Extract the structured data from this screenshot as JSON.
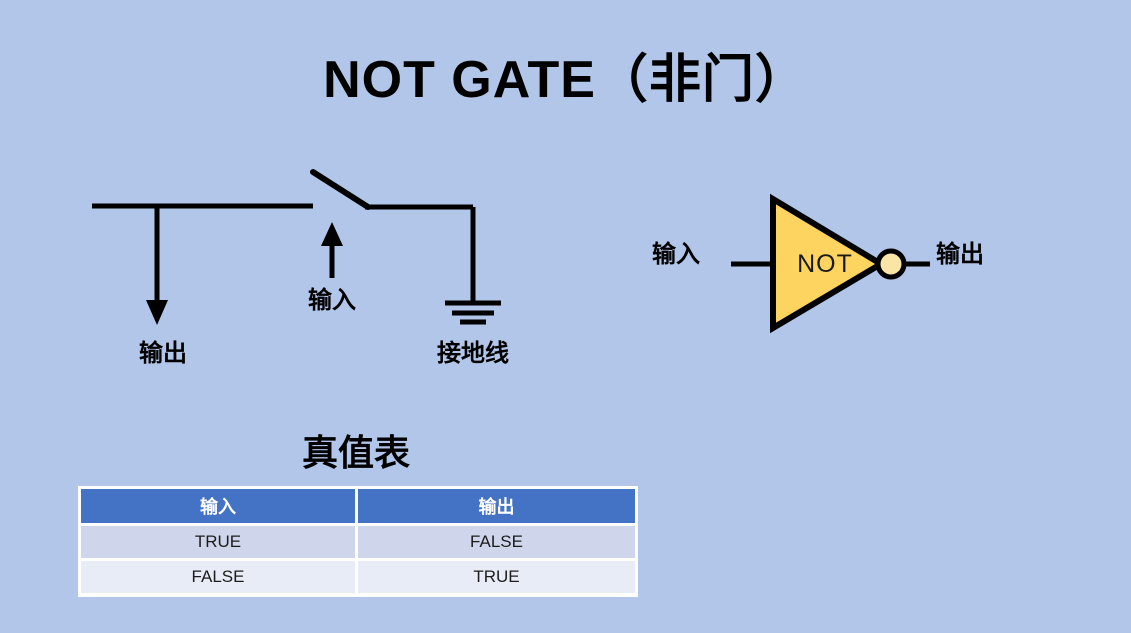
{
  "slide": {
    "title": "NOT GATE（非门）",
    "background_color": "#b1c6e8"
  },
  "circuit_diagram": {
    "name": "switch-circuit",
    "labels": {
      "output": "输出",
      "input": "输入",
      "ground": "接地线"
    }
  },
  "gate_symbol": {
    "name": "not-gate-symbol",
    "gate_label": "NOT",
    "input_label": "输入",
    "output_label": "输出",
    "triangle_fill": "#fcd45f",
    "bubble_fill": "#f9e5a6",
    "stroke": "#000000"
  },
  "truth_table": {
    "heading": "真值表",
    "header_color": "#4472c4",
    "row_colors": [
      "#cfd5ea",
      "#e8ecf6"
    ],
    "columns": [
      "输入",
      "输出"
    ],
    "rows": [
      [
        "TRUE",
        "FALSE"
      ],
      [
        "FALSE",
        "TRUE"
      ]
    ]
  }
}
